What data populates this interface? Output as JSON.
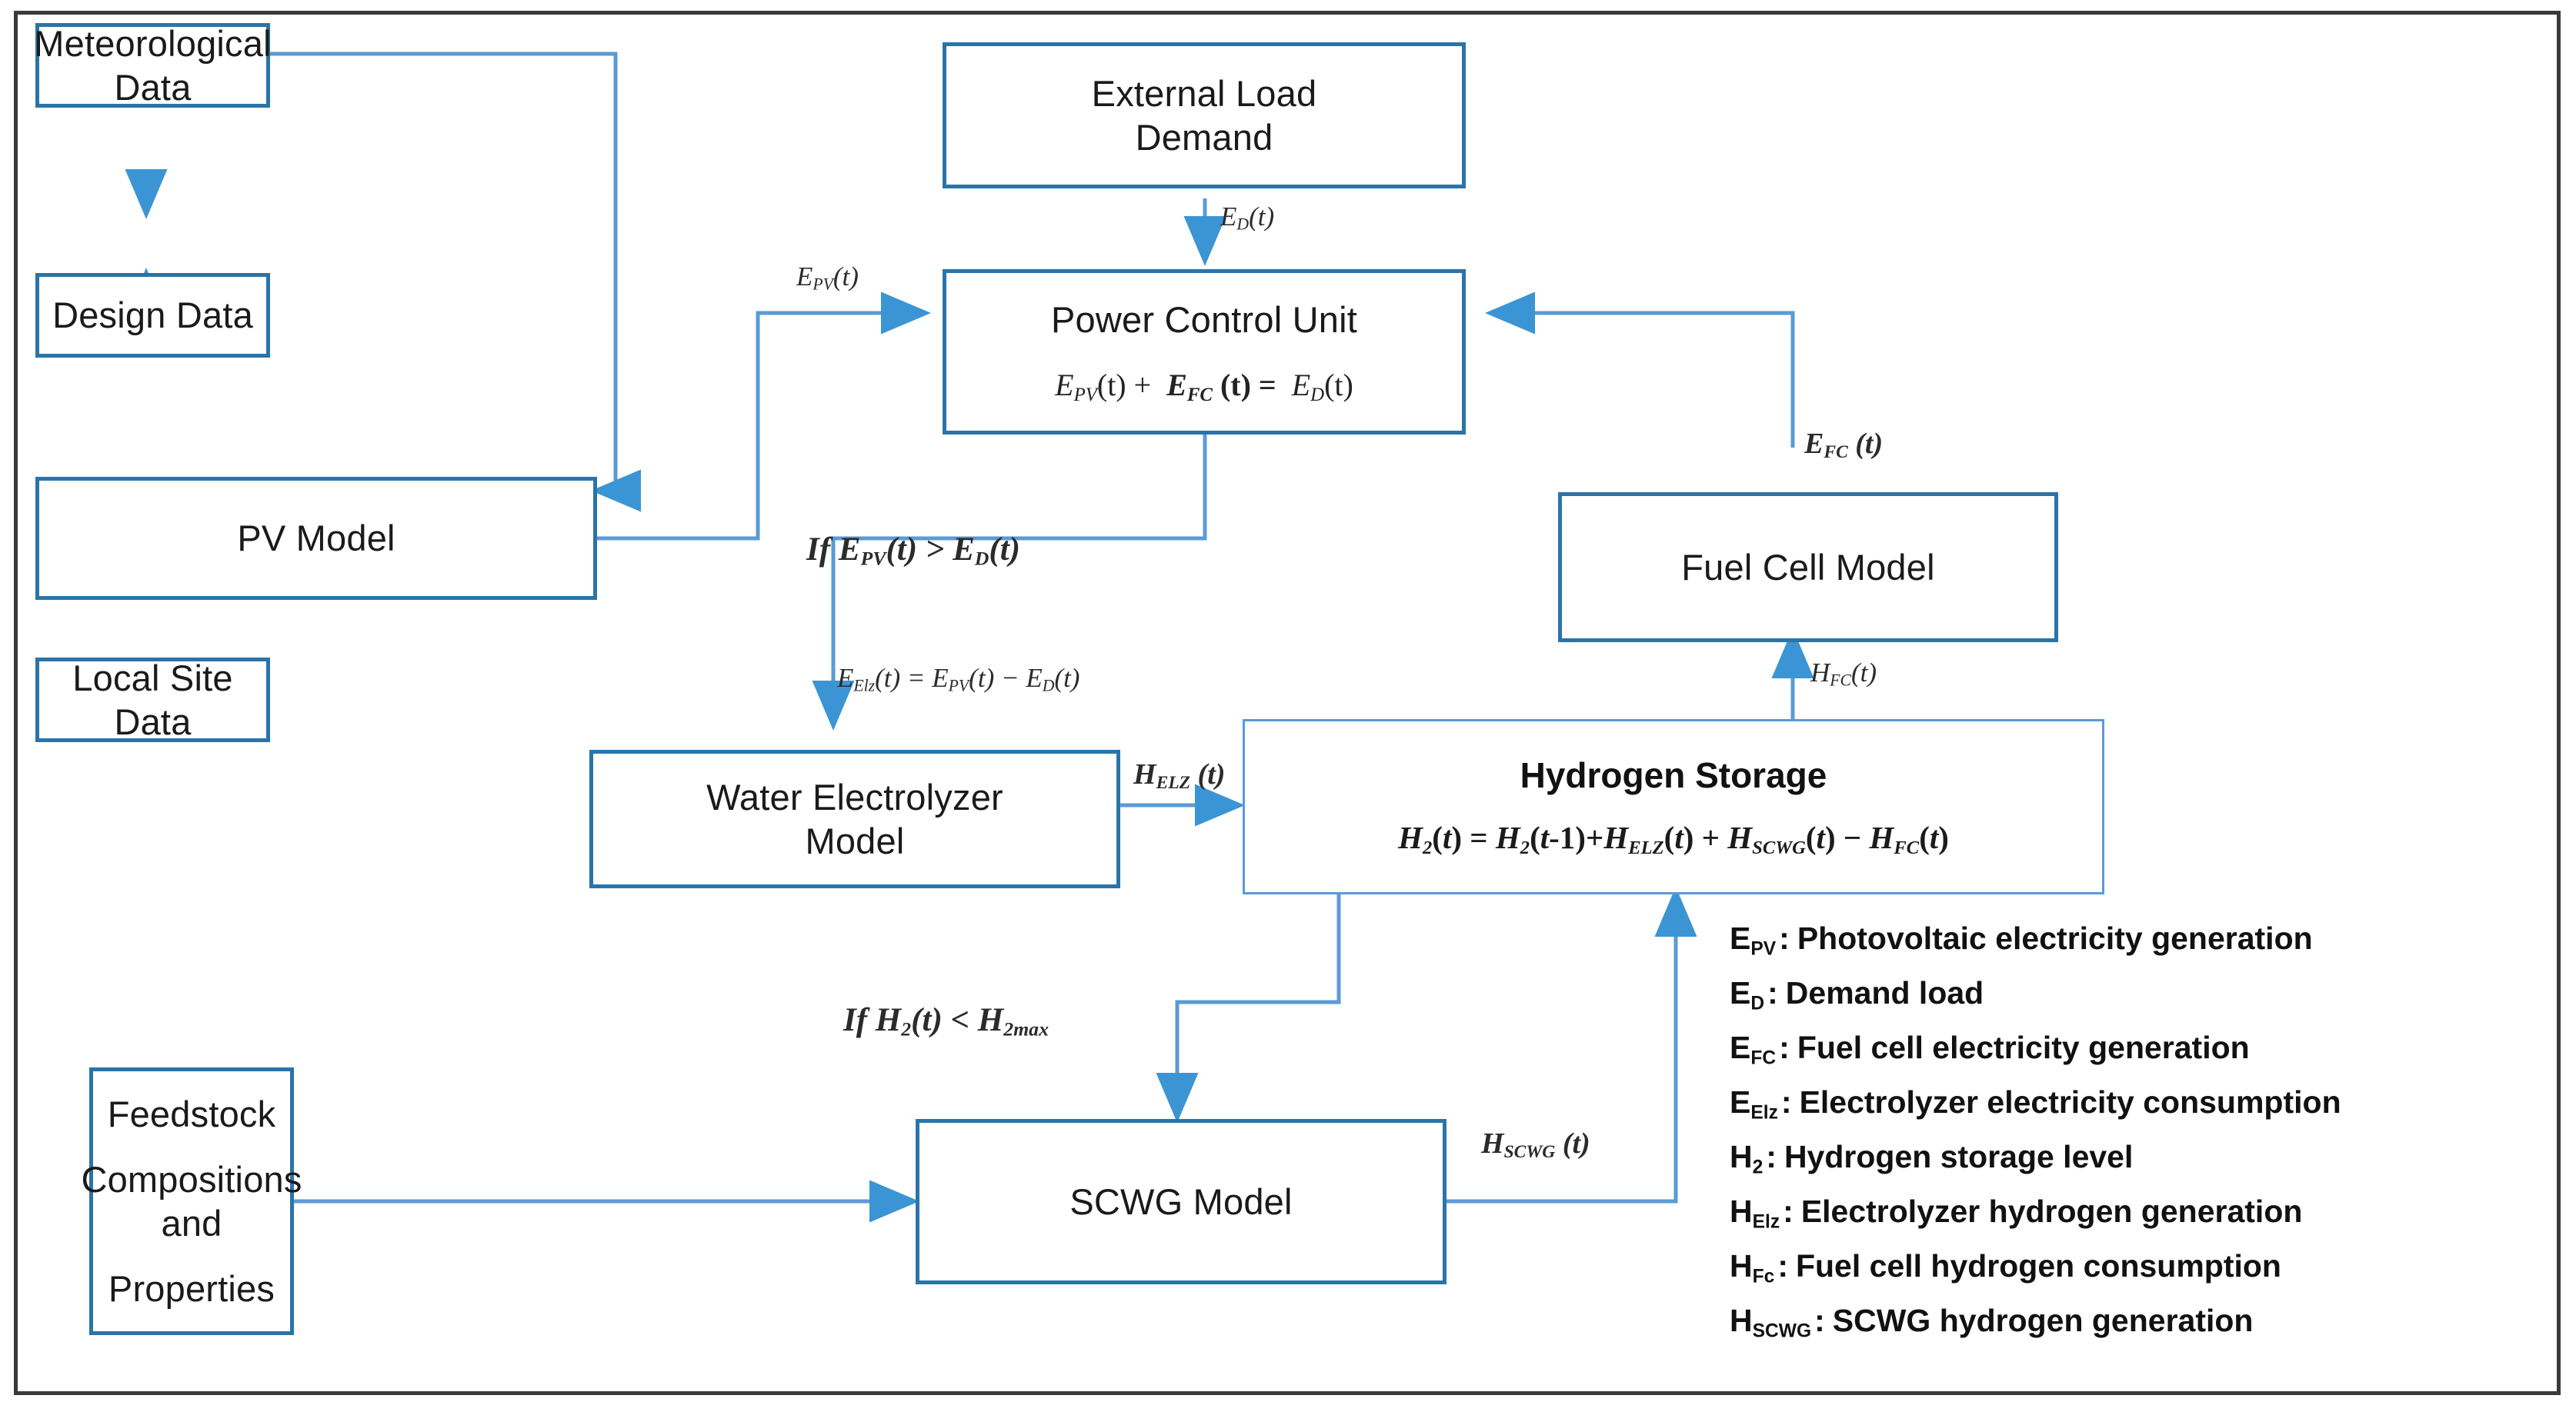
{
  "diagram": {
    "type": "flowchart",
    "title": "Hybrid PV / SCWG hydrogen energy system model flow diagram",
    "colors": {
      "box_border": "#2a74a8",
      "thin_box_border": "#5b9bd5",
      "arrow": "#5b9bd5",
      "frame": "#3a3a3a",
      "text": "#1a1a1a"
    },
    "nodes": [
      {
        "id": "meteorological-data",
        "label": "Meteorological Data"
      },
      {
        "id": "design-data",
        "label": "Design Data"
      },
      {
        "id": "pv-model",
        "label": "PV Model"
      },
      {
        "id": "local-site-data",
        "label": "Local Site Data"
      },
      {
        "id": "external-load-demand",
        "label": "External Load Demand",
        "line1": "External Load",
        "line2": "Demand"
      },
      {
        "id": "power-control-unit",
        "label": "Power Control Unit"
      },
      {
        "id": "fuel-cell-model",
        "label": "Fuel Cell Model"
      },
      {
        "id": "water-electrolyzer-model",
        "label": "Water Electrolyzer Model",
        "line1": "Water Electrolyzer",
        "line2": "Model"
      },
      {
        "id": "hydrogen-storage",
        "label": "Hydrogen Storage"
      },
      {
        "id": "scwg-model",
        "label": "SCWG Model"
      },
      {
        "id": "feedstock",
        "label": "Feedstock Compositions and Properties",
        "line1": "Feedstock",
        "line2": "Compositions and",
        "line3": "Properties"
      }
    ],
    "equations": {
      "pcu": {
        "a": "E",
        "a_sub": "PV",
        "a_tail": "(t) + ",
        "b": "E",
        "b_sub": "FC",
        "b_tail": " (t) = ",
        "c": "E",
        "c_sub": "D",
        "c_tail": "(t)"
      },
      "hydrogen_storage": "H₂(t) = H₂(t-1)+H_ELZ(t) + H_SCWG(t) − H_FC(t)"
    },
    "edge_labels": {
      "ed": "E_D(t)",
      "epv": "E_PV(t)",
      "efc": "E_FC (t)",
      "hfc": "H_FC(t)",
      "helz": "H_ELZ (t)",
      "hscwg": "H_SCWG (t)",
      "cond_pv": "If E_PV(t) > E_D(t)",
      "eelz": "E_Elz(t) = E_PV(t) − E_D(t)",
      "cond_h2": "If H₂(t) < H_2max"
    },
    "legend": [
      {
        "sym": "E",
        "sub": "PV",
        "text": "Photovoltaic electricity generation"
      },
      {
        "sym": "E",
        "sub": "D",
        "text": " Demand load"
      },
      {
        "sym": "E",
        "sub": "FC",
        "text": "Fuel cell electricity generation"
      },
      {
        "sym": "E",
        "sub": "Elz",
        "text": "Electrolyzer electricity consumption"
      },
      {
        "sym": "H",
        "sub": "2",
        "text": "Hydrogen storage level"
      },
      {
        "sym": "H",
        "sub": "Elz",
        "text": "Electrolyzer hydrogen generation"
      },
      {
        "sym": "H",
        "sub": "Fc",
        "text": "Fuel cell hydrogen consumption"
      },
      {
        "sym": "H",
        "sub": "SCWG",
        "text": "SCWG hydrogen generation"
      }
    ]
  }
}
